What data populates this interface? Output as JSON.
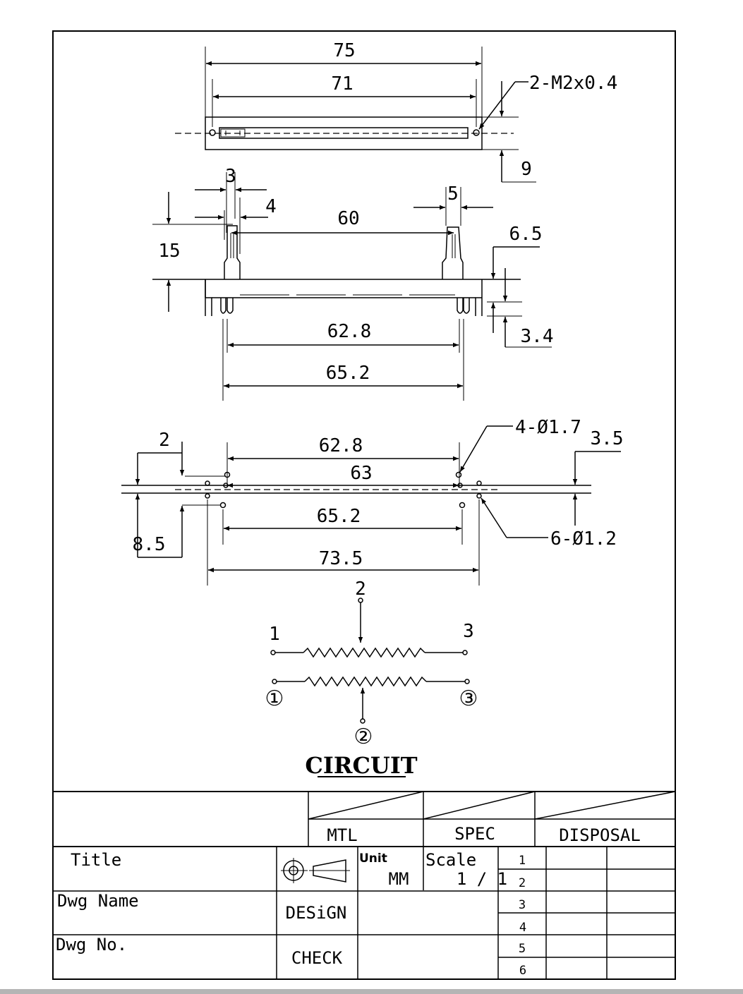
{
  "top_view": {
    "dim_overall": "75",
    "dim_pitch": "71",
    "dim_thread": "2-M2x0.4",
    "dim_width": "9"
  },
  "side_view": {
    "dim_lever_width": "3",
    "dim_lever_gap": "4",
    "dim_knob_width": "5",
    "dim_lever_travel": "60",
    "dim_height": "15",
    "dim_pin_offset": "6.5",
    "dim_pin_length": "3.4",
    "dim_pin_pitch_inner": "62.8",
    "dim_pin_pitch_outer": "65.2"
  },
  "footprint": {
    "dim_offset_2": "2",
    "dim_inner_pitch": "62.8",
    "dim_hole_large": "4-Ø1.7",
    "dim_right_offset": "3.5",
    "dim_center_pitch": "63",
    "dim_outer_pitch": "65.2",
    "dim_offset_85": "8.5",
    "dim_overall_pitch": "73.5",
    "dim_hole_small": "6-Ø1.2"
  },
  "circuit": {
    "pin1": "1",
    "pin2": "2",
    "pin3": "3",
    "pin1_circled": "①",
    "pin2_circled": "②",
    "pin3_circled": "③",
    "title": "CIRCUIT"
  },
  "title_block": {
    "mtl_label": "MTL",
    "spec_label": "SPEC",
    "disposal_label": "DISPOSAL",
    "title_label": "Title",
    "unit_label": "Unit",
    "unit_value": "MM",
    "scale_label": "Scale",
    "scale_value": "1 / 1",
    "dwg_name_label": "Dwg Name",
    "design_label": "DESiGN",
    "dwg_no_label": "Dwg No.",
    "check_label": "CHECK",
    "revisions": [
      "1",
      "2",
      "3",
      "4",
      "5",
      "6"
    ]
  }
}
